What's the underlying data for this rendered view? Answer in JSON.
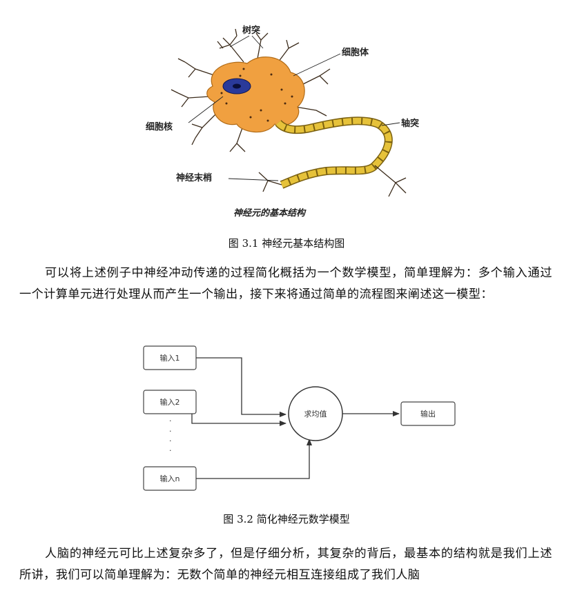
{
  "figure1": {
    "labels": {
      "dendrite": "树突",
      "cell_body": "细胞体",
      "nucleus": "细胞核",
      "axon": "轴突",
      "terminal": "神经末梢"
    },
    "inner_title": "神经元的基本结构",
    "caption": "图 3.1  神经元基本结构图"
  },
  "paragraph1": "可以将上述例子中神经冲动传递的过程简化概括为一个数学模型，简单理解为：多个输入通过一个计算单元进行处理从而产生一个输出，接下来将通过简单的流程图来阐述这一模型：",
  "figure2": {
    "input1": "输入1",
    "input2": "输入2",
    "inputn": "输入n",
    "dots": "·",
    "process": "求均值",
    "output": "输出",
    "caption": "图 3.2  简化神经元数学模型"
  },
  "paragraph2": "人脑的神经元可比上述复杂多了，但是仔细分析，其复杂的背后，最基本的结构就是我们上述所讲，我们可以简单理解为：无数个简单的神经元相互连接组成了我们人脑",
  "colors": {
    "cell_orange": "#f0a040",
    "nucleus_blue": "#2a3a9a",
    "axon_yellow": "#e6c23a",
    "line": "#222222"
  }
}
